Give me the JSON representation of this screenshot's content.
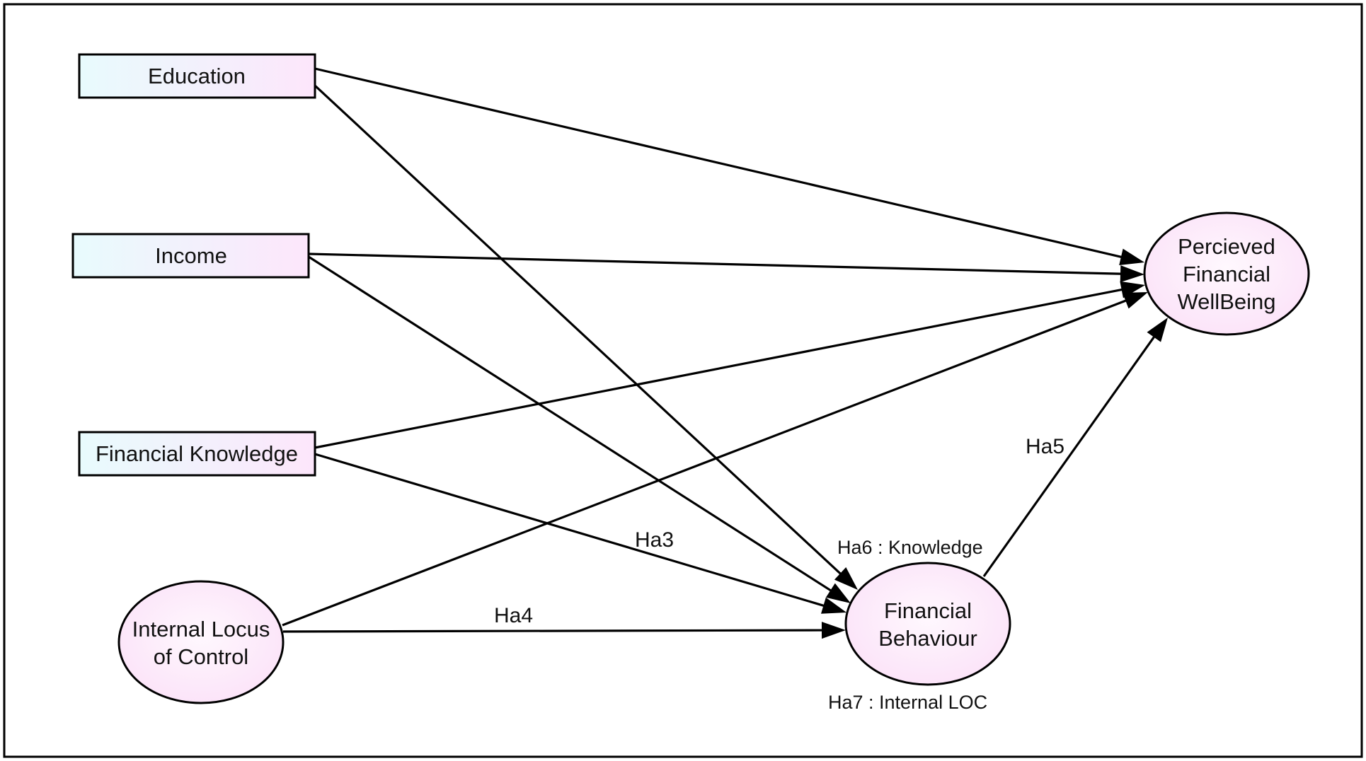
{
  "nodes": {
    "education": {
      "lines": [
        "Education"
      ]
    },
    "income": {
      "lines": [
        "Income"
      ]
    },
    "financial_knowledge": {
      "lines": [
        "Financial Knowledge"
      ]
    },
    "internal_locus": {
      "lines": [
        "Internal Locus",
        "of Control"
      ]
    },
    "financial_behaviour": {
      "lines": [
        "Financial",
        "Behaviour"
      ]
    },
    "wellbeing": {
      "lines": [
        "Percieved",
        "Financial",
        "WellBeing"
      ]
    }
  },
  "edges": [
    {
      "from": "education",
      "to": "wellbeing",
      "label": ""
    },
    {
      "from": "education",
      "to": "financial_behaviour",
      "label": ""
    },
    {
      "from": "income",
      "to": "wellbeing",
      "label": ""
    },
    {
      "from": "income",
      "to": "financial_behaviour",
      "label": ""
    },
    {
      "from": "financial_knowledge",
      "to": "wellbeing",
      "label": ""
    },
    {
      "from": "financial_knowledge",
      "to": "financial_behaviour",
      "label": "Ha3"
    },
    {
      "from": "internal_locus",
      "to": "wellbeing",
      "label": ""
    },
    {
      "from": "internal_locus",
      "to": "financial_behaviour",
      "label": "Ha4"
    },
    {
      "from": "financial_behaviour",
      "to": "wellbeing",
      "label": "Ha5"
    }
  ],
  "annotations": {
    "ha6": "Ha6 : Knowledge",
    "ha7": "Ha7 : Internal LOC"
  },
  "colors": {
    "stroke": "#000000",
    "box_gradient_start": "#e8fbfd",
    "box_gradient_end": "#fde6fb",
    "oval_fill": "#fdebfb",
    "border": "#000000"
  }
}
